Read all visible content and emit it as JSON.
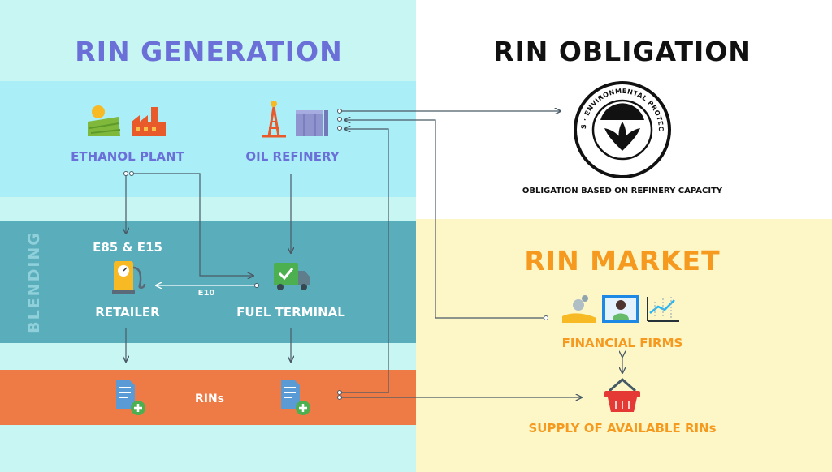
{
  "colors": {
    "mint": "#c8f6f2",
    "sky": "#aaeef8",
    "teal": "#5aaebc",
    "orange": "#ee7a45",
    "cream": "#fdf7c8",
    "purple_text": "#6b6fd8",
    "orange_text": "#f59a1f",
    "blending_text": "#8fd0da"
  },
  "sections": {
    "generation_title": "RIN GENERATION",
    "obligation_title": "RIN OBLIGATION",
    "market_title": "RIN MARKET",
    "blending_label": "BLENDING"
  },
  "nodes": {
    "ethanol_plant": "ETHANOL PLANT",
    "oil_refinery": "OIL REFINERY",
    "e85_e15": "E85 & E15",
    "retailer": "RETAILER",
    "fuel_terminal": "FUEL TERMINAL",
    "e10": "E10",
    "rins": "RINs",
    "financial_firms": "FINANCIAL FIRMS",
    "supply_rins": "SUPPLY OF AVAILABLE RINs"
  },
  "seal": {
    "text": "UNITED STATES · ENVIRONMENTAL PROTECTION AGENCY"
  },
  "obligation_caption": "OBLIGATION BASED ON REFINERY CAPACITY"
}
